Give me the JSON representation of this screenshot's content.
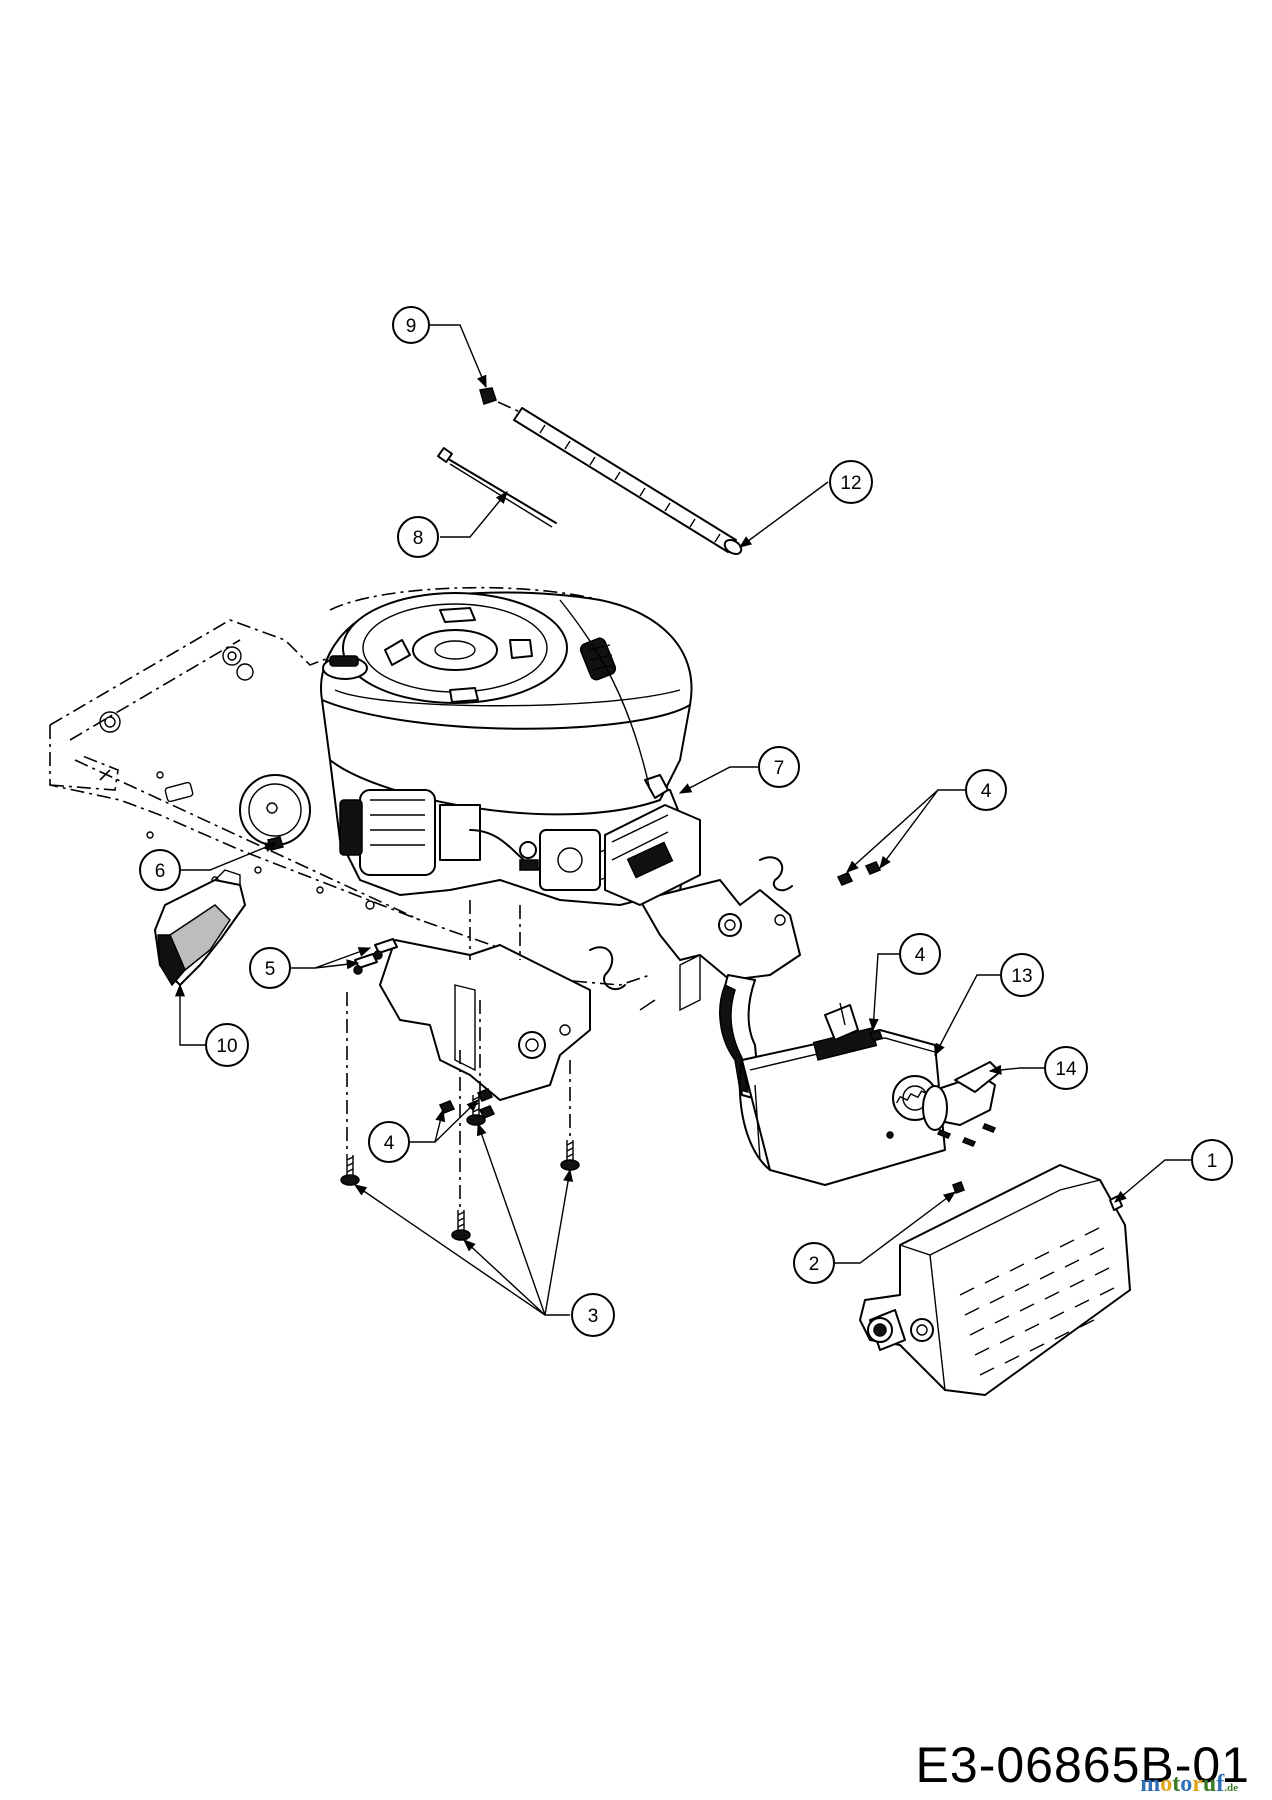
{
  "drawing_id": "E3-06865B-01",
  "watermark": {
    "main": "motoruf",
    "suffix": ".de",
    "colors": [
      "#2f6fb6",
      "#e0a31a",
      "#3a7b25"
    ]
  },
  "callouts": [
    {
      "id": "c9",
      "label": "9"
    },
    {
      "id": "c12",
      "label": "12"
    },
    {
      "id": "c8",
      "label": "8"
    },
    {
      "id": "c7",
      "label": "7"
    },
    {
      "id": "c4a",
      "label": "4"
    },
    {
      "id": "c6",
      "label": "6"
    },
    {
      "id": "c5",
      "label": "5"
    },
    {
      "id": "c4b",
      "label": "4"
    },
    {
      "id": "c13",
      "label": "13"
    },
    {
      "id": "c10",
      "label": "10"
    },
    {
      "id": "c14",
      "label": "14"
    },
    {
      "id": "c1",
      "label": "1"
    },
    {
      "id": "c4c",
      "label": "4"
    },
    {
      "id": "c2",
      "label": "2"
    },
    {
      "id": "c3",
      "label": "3"
    }
  ]
}
